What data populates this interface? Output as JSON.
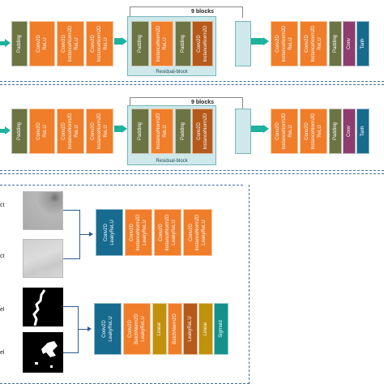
{
  "generator_rows": [
    {
      "blocks_label": "9 blocks",
      "residual_label": "Residual-block",
      "labels": {
        "pad": "Padding",
        "conv_relu": [
          "Conv2D",
          "ReLU"
        ],
        "conv_in_relu": [
          "Conv2D",
          "InstanceNorm2D",
          "ReLU"
        ],
        "res_in_relu": [
          "InstanceNorm2D",
          "ReLU"
        ],
        "res_conv2d": "Conv2D",
        "res_in": "InstanceNorm2D",
        "conv": "Conv",
        "tanh": "Tanh"
      }
    },
    {
      "blocks_label": "9 blocks",
      "residual_label": "Residual-block",
      "labels": {
        "pad": "Padding",
        "conv_relu": [
          "Conv2D",
          "ReLU"
        ],
        "conv_in_relu": [
          "Conv2D",
          "InstanceNorm2D",
          "ReLU"
        ],
        "res_in_relu": [
          "InstanceNorm2D",
          "ReLU"
        ],
        "res_conv2d": "Conv2D",
        "res_in": "InstanceNorm2D",
        "conv": "Conv",
        "tanh": "Tanh"
      }
    }
  ],
  "disc_image": {
    "row_tag": "ct",
    "blocks": {
      "first": [
        "Conv2D",
        "LeakyReLU"
      ],
      "mid": [
        "Conv2D",
        "InstanceNorm2D",
        "LeakyReLU"
      ]
    }
  },
  "disc_label": {
    "row_tag": "el",
    "blocks": {
      "first": [
        "Conv2D",
        "LeakyReLU"
      ],
      "mid": [
        "Conv2D",
        "BatchNorm2D",
        "LeakyReLU"
      ],
      "linear": "Linear",
      "batchnorm": "BatchNorm2D",
      "leaky": "LeakyReLU",
      "sigmoid": "Sigmoid"
    }
  },
  "colors": {
    "orange": "#f07d2a",
    "olive": "#6d7444",
    "brown": "#b55a1b",
    "purple": "#8d3e6e",
    "blue": "#176b8f",
    "teal": "#168b86",
    "gold": "#c1910c",
    "arrow": "#1db29d",
    "dashed": "#3e6da0"
  }
}
